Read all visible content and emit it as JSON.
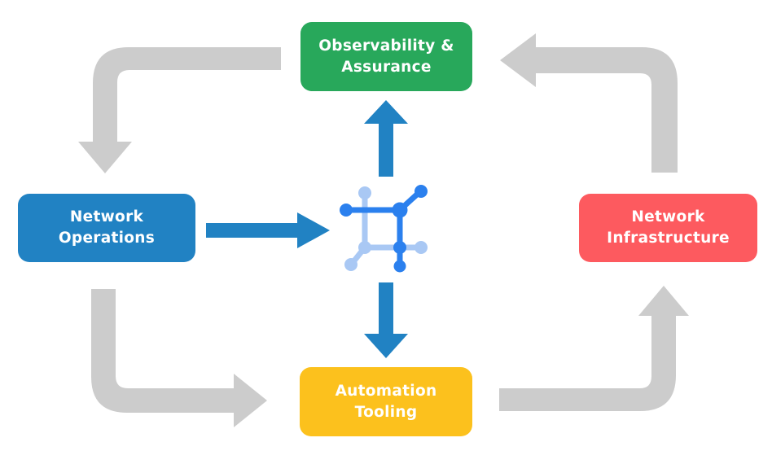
{
  "colors": {
    "background": "#ffffff",
    "gray_arrow": "#cccccc",
    "blue_arrow": "#2182c3",
    "icon_dark": "#2b80ee",
    "icon_light": "#a9c8f4",
    "node_text": "#ffffff",
    "observability_green": "#28a85b",
    "operations_blue": "#2182c3",
    "infrastructure_red": "#fd5a5f",
    "automation_yellow": "#fcc11d"
  },
  "nodes": {
    "observability": {
      "lines": [
        "Observability &",
        "Assurance"
      ]
    },
    "operations": {
      "lines": [
        "Network",
        "Operations"
      ]
    },
    "infrastructure": {
      "lines": [
        "Network",
        "Infrastructure"
      ]
    },
    "automation": {
      "lines": [
        "Automation",
        "Tooling"
      ]
    }
  },
  "center_icon": "network-automation-icon",
  "flows": {
    "gray": [
      "observability-to-operations",
      "operations-to-automation",
      "automation-to-infrastructure",
      "infrastructure-to-observability"
    ],
    "blue": [
      "operations-to-center",
      "center-to-observability",
      "center-to-automation"
    ]
  }
}
